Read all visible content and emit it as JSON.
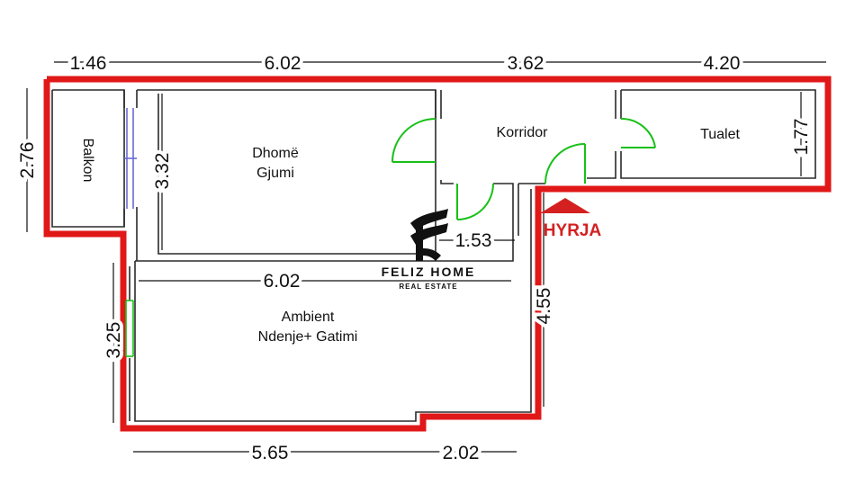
{
  "colors": {
    "outer_wall": "#e01818",
    "inner_wall": "#2a2a2a",
    "door_swing": "#18c018",
    "window": "#6b6bd6",
    "entry_marker": "#d42020"
  },
  "rooms": {
    "balkon": "Balkon",
    "bedroom_line1": "Dhomë",
    "bedroom_line2": "Gjumi",
    "corridor": "Korridor",
    "toilet": "Tualet",
    "living_line1": "Ambient",
    "living_line2": "Ndenje+ Gatimi"
  },
  "dimensions": {
    "top_1": "1.46",
    "top_2": "6.02",
    "top_3": "3.62",
    "top_4": "4.20",
    "left_balcony": "2.76",
    "bedroom_height": "3.32",
    "toilet_height": "1.77",
    "corridor_width": "1.53",
    "living_width": "6.02",
    "living_height": "3.25",
    "right_height": "4.55",
    "bottom_1": "5.65",
    "bottom_2": "2.02"
  },
  "entrance": {
    "label": "HYRJA",
    "icon": "arrow-up-icon"
  },
  "brand": {
    "name": "FELIZ HOME",
    "tagline": "REAL ESTATE",
    "logo": "feliz-home-logo"
  }
}
